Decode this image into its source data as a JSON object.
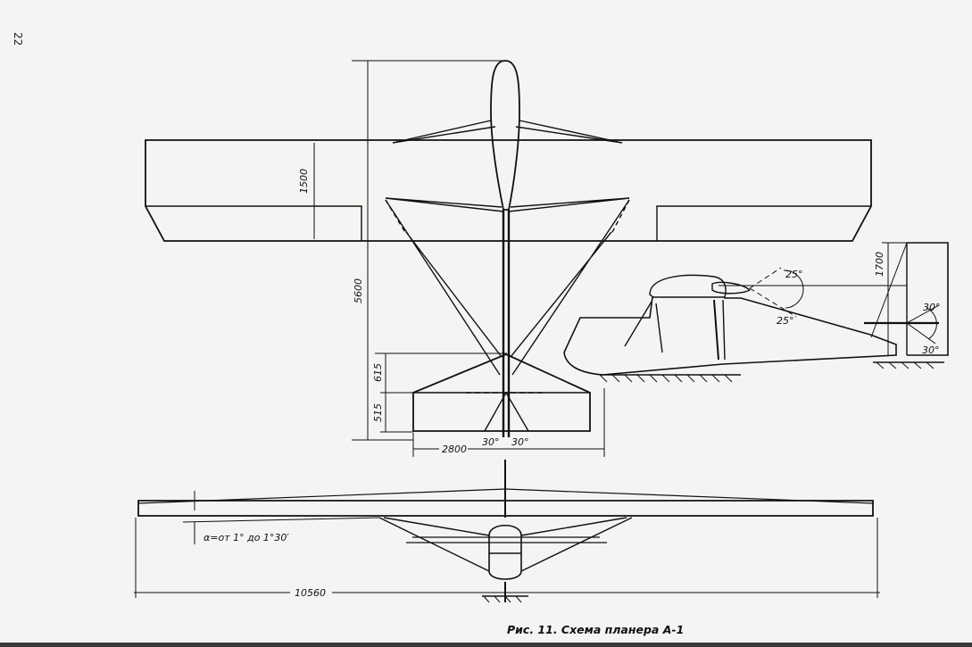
{
  "page": {
    "number": "22"
  },
  "caption": "Рис. 11. Схема планера А-1",
  "dimensions": {
    "wing_chord": "1500",
    "overall_length": "5600",
    "tail_height": "1700",
    "stab_front": "615",
    "stab_rear": "515",
    "stab_span": "2800",
    "wingspan": "10560",
    "angle_left": "30°",
    "angle_right": "30°",
    "canopy_up": "25°",
    "canopy_down": "25°",
    "rudder_up": "30°",
    "rudder_down": "30°",
    "dihedral": "α=от 1° до 1°30′"
  }
}
